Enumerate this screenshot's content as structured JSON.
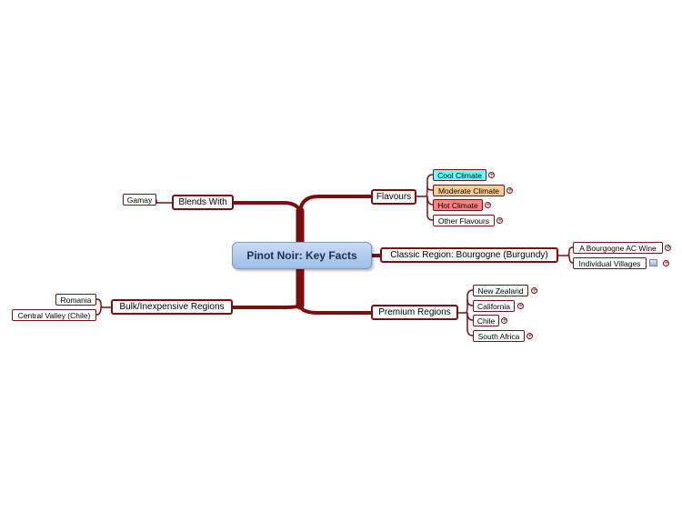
{
  "central": {
    "label": "Pinot Noir: Key Facts"
  },
  "branches": {
    "flavours": {
      "label": "Flavours",
      "children": [
        {
          "label": "Cool Climate",
          "color": "#66ffff"
        },
        {
          "label": "Moderate Climate",
          "color": "#ffcc99"
        },
        {
          "label": "Hot Climate",
          "color": "#ff8080"
        },
        {
          "label": "Other Flavours",
          "color": "#ffffff"
        }
      ]
    },
    "classic": {
      "label": "Classic Region: Bourgogne (Burgundy)",
      "children": [
        {
          "label": "A Bourgogne AC Wine"
        },
        {
          "label": "Individual Villages"
        }
      ]
    },
    "premium": {
      "label": "Premium Regions",
      "children": [
        {
          "label": "New Zealand"
        },
        {
          "label": "California"
        },
        {
          "label": "Chile"
        },
        {
          "label": "South Africa"
        }
      ]
    },
    "blends": {
      "label": "Blends With",
      "children": [
        {
          "label": "Gamay"
        }
      ]
    },
    "bulk": {
      "label": "Bulk/Inexpensive Regions",
      "children": [
        {
          "label": "Romania"
        },
        {
          "label": "Central Valley (Chile)"
        }
      ]
    }
  },
  "colors": {
    "link": "#7a0f12",
    "central_fill": "#a9c8ee"
  }
}
